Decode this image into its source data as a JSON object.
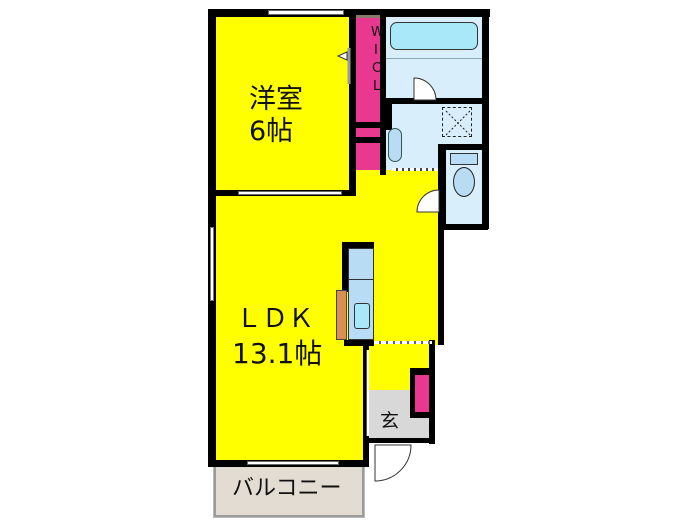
{
  "floorplan": {
    "rooms": {
      "western_room": {
        "name": "洋室",
        "size": "6帖"
      },
      "ldk": {
        "name": "ＬＤＫ",
        "size": "13.1帖"
      },
      "wic": {
        "letters": [
          "W",
          "I",
          "C",
          "L"
        ]
      },
      "entrance": {
        "name": "玄"
      },
      "balcony": {
        "name": "バルコニー"
      }
    },
    "colors": {
      "living": "#ffff00",
      "closet": "#e8388f",
      "wet_area": "#d8eefa",
      "fixture": "#a8e8f8",
      "entrance": "#d8d8d8",
      "balcony": "#e3dcd2",
      "counter": "#d98e55",
      "wall": "#000000"
    }
  }
}
